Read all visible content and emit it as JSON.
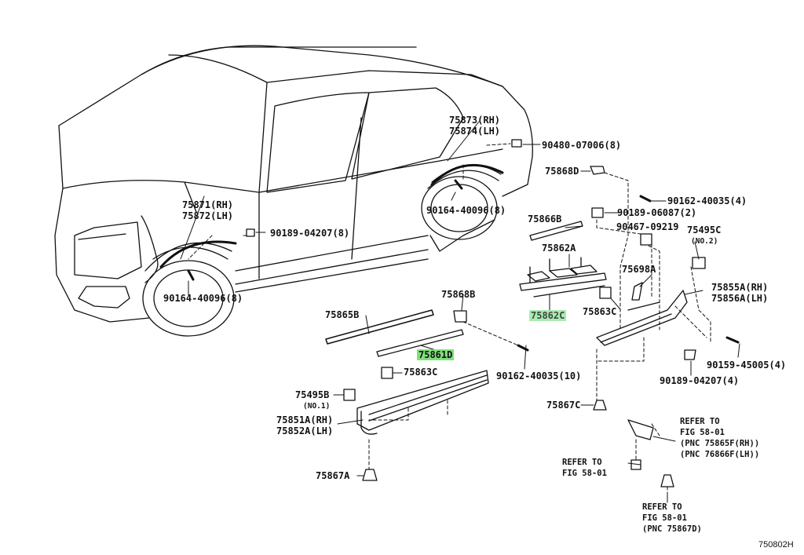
{
  "diagram_id": "750802H",
  "labels": {
    "p75873": "75873(RH)",
    "p75874": "75874(LH)",
    "p90480": "90480-07006(8)",
    "p75868D": "75868D",
    "p90162_4": "90162-40035(4)",
    "p90189_2": "90189-06087(2)",
    "p75866B": "75866B",
    "p90467": "90467-09219",
    "p75495C": "75495C",
    "p75495C_sub": "(NO.2)",
    "p75862A": "75862A",
    "p75698A": "75698A",
    "p75855A": "75855A(RH)",
    "p75856A": "75856A(LH)",
    "p75862C": "75862C",
    "p75863C_r": "75863C",
    "p75871": "75871(RH)",
    "p75872": "75872(LH)",
    "p90189_8": "90189-04207(8)",
    "p90164_top": "90164-40096(8)",
    "p90164_left": "90164-40096(8)",
    "p75868B": "75868B",
    "p75865B": "75865B",
    "p75861D": "75861D",
    "p75863C_l": "75863C",
    "p90162_10": "90162-40035(10)",
    "p75495B": "75495B",
    "p75495B_sub": "(NO.1)",
    "p75851A": "75851A(RH)",
    "p75852A": "75852A(LH)",
    "p75867A": "75867A",
    "p75867C": "75867C",
    "p90159": "90159-45005(4)",
    "p90189_4": "90189-04207(4)",
    "ref1_l1": "REFER TO",
    "ref1_l2": "FIG 58-01",
    "ref1_l3": "(PNC 75865F(RH))",
    "ref1_l4": "(PNC 76866F(LH))",
    "ref2_l1": "REFER TO",
    "ref2_l2": "FIG 58-01",
    "ref3_l1": "REFER TO",
    "ref3_l2": "FIG 58-01",
    "ref3_l3": "(PNC 75867D)"
  },
  "highlight_colors": {
    "primary": "#7fe07a",
    "secondary": "#a8ecb0"
  }
}
